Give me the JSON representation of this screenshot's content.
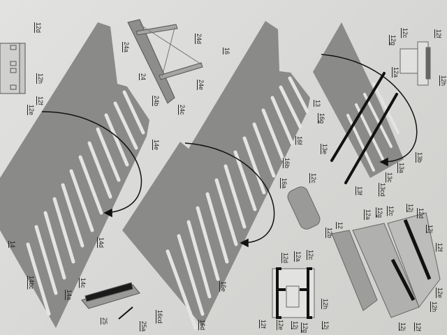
{
  "colors": {
    "paper": "#dcdcda",
    "wing": "#8a8a88",
    "rib": "#e6e6e4",
    "dark": "#1a1a1a",
    "part": "#a9a9a6"
  },
  "labels": {
    "top_left_box": [
      "12d",
      "12h",
      "12f",
      "12e"
    ],
    "stand": [
      "24a",
      "24d",
      "24",
      "24e",
      "24b",
      "24c"
    ],
    "left_wing": [
      "14e",
      "14",
      "14bc",
      "14a",
      "14c",
      "14d"
    ],
    "middle_wing": [
      "16",
      "16g",
      "16f",
      "16b",
      "16a",
      "16e",
      "16cd",
      "16d"
    ],
    "tail": [
      "13",
      "13e",
      "13b",
      "13a",
      "13c",
      "13cd",
      "13f"
    ],
    "top_right_box": [
      "12f",
      "12c",
      "12g",
      "12a",
      "12h"
    ],
    "canopy": [
      "12c",
      "12b"
    ],
    "bottom_box": [
      "12d",
      "12a",
      "12c",
      "12h",
      "12f",
      "12e",
      "12j",
      "12g",
      "12j"
    ],
    "assembly": [
      "12",
      "12a",
      "12g",
      "12c",
      "12j",
      "12d",
      "12j",
      "12f",
      "12e",
      "12h",
      "12j",
      "12f"
    ],
    "tray": [
      "25",
      "25a"
    ]
  }
}
